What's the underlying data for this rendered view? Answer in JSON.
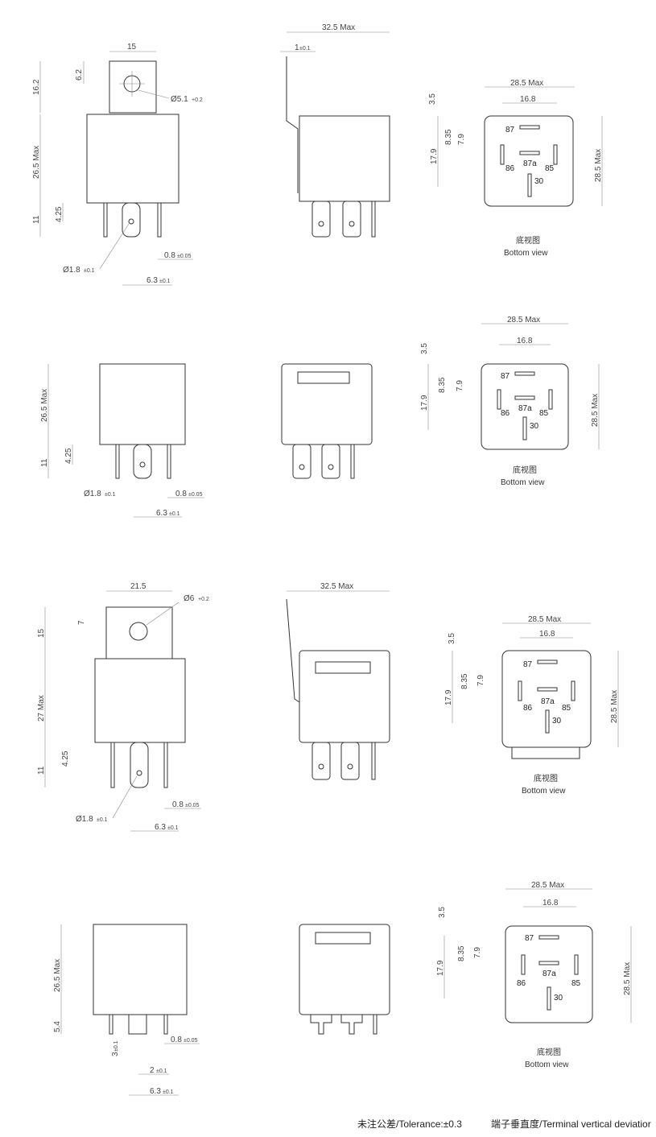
{
  "drawings": {
    "d1": {
      "front": {
        "tab_width": "15",
        "tab_hole_offset": "6.2",
        "hole_dia": "Ø5.1",
        "hole_tol": "+0.2",
        "tab_height": "16.2",
        "body_height": "26.5 Max",
        "pin_length": "11",
        "pin_offset": "4.25",
        "pin_dia": "Ø1.8",
        "pin_dia_tol": "±0.1",
        "pin_thk": "0.8",
        "pin_thk_tol": "±0.05",
        "pin_pitch": "6.3",
        "pin_pitch_tol": "±0.1"
      },
      "side": {
        "width": "32.5 Max",
        "tab_thk": "1",
        "tab_thk_tol": "±0.1"
      },
      "bottom": {
        "width": "28.5 Max",
        "pin_span": "16.8",
        "top_offset": "3.5",
        "d1": "8.35",
        "d2": "7.9",
        "d3": "17.9",
        "height": "28.5 Max"
      }
    },
    "d2": {
      "front": {
        "body_height": "26.5 Max",
        "pin_length": "11",
        "pin_offset": "4.25",
        "pin_dia": "Ø1.8",
        "pin_dia_tol": "±0.1",
        "pin_thk": "0.8",
        "pin_thk_tol": "±0.05",
        "pin_pitch": "6.3",
        "pin_pitch_tol": "±0.1"
      },
      "bottom": {
        "width": "28.5 Max",
        "pin_span": "16.8",
        "top_offset": "3.5",
        "d1": "8.35",
        "d2": "7.9",
        "d3": "17.9",
        "height": "28.5 Max"
      }
    },
    "d3": {
      "front": {
        "tab_width": "21.5",
        "hole_dia": "Ø6",
        "hole_tol": "+0.2",
        "tab_hole_offset": "7",
        "tab_height": "15",
        "body_height": "27 Max",
        "pin_length": "11",
        "pin_offset": "4.25",
        "pin_dia": "Ø1.8",
        "pin_dia_tol": "±0.1",
        "pin_thk": "0.8",
        "pin_thk_tol": "±0.05",
        "pin_pitch": "6.3",
        "pin_pitch_tol": "±0.1"
      },
      "side": {
        "width": "32.5 Max"
      },
      "bottom": {
        "width": "28.5 Max",
        "pin_span": "16.8",
        "top_offset": "3.5",
        "d1": "8.35",
        "d2": "7.9",
        "d3": "17.9",
        "height": "28.5 Max"
      }
    },
    "d4": {
      "front": {
        "body_height": "26.5 Max",
        "pin_length": "5.4",
        "pin_w": "3",
        "pin_w_tol": "±0.1",
        "pin_thk": "0.8",
        "pin_thk_tol": "±0.05",
        "pin_gap": "2",
        "pin_gap_tol": "±0.1",
        "pin_pitch": "6.3",
        "pin_pitch_tol": "±0.1"
      },
      "bottom": {
        "width": "28.5 Max",
        "pin_span": "16.8",
        "top_offset": "3.5",
        "d1": "8.35",
        "d2": "7.9",
        "d3": "17.9",
        "height": "28.5 Max"
      }
    }
  },
  "pins": {
    "p87": "87",
    "p87a": "87a",
    "p86": "86",
    "p85": "85",
    "p30": "30"
  },
  "captions": {
    "zh": "底视图",
    "en": "Bottom view"
  },
  "footer": {
    "tolerance": "未注公差/Tolerance:±0.3",
    "vertical": "端子垂直度/Terminal vertical deviatior"
  }
}
